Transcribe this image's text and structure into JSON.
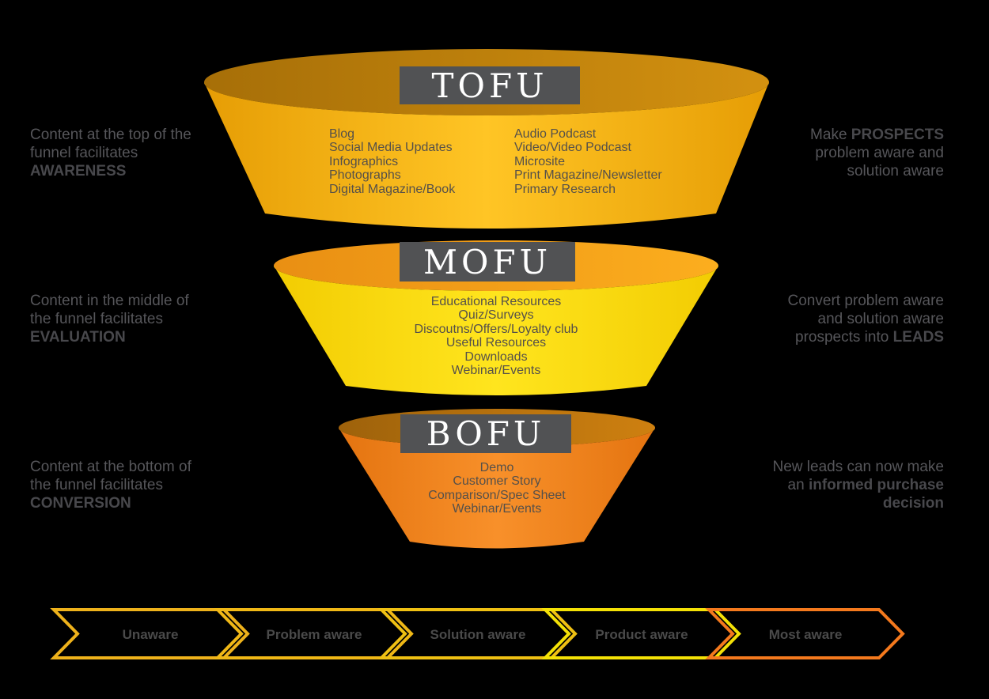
{
  "colors": {
    "box_bg": "#515254",
    "title_text": "#ffffff",
    "item_text": "#55504a",
    "side_text": "#56565a",
    "side_text_bold": "#48484c",
    "stage_text": "#4a4a4a",
    "tofu_body_edge": "#e69d05",
    "tofu_body_center": "#ffc525",
    "tofu_rim_left": "#a76f08",
    "tofu_rim_right": "#d39110",
    "mofu_body_edge": "#f2cc02",
    "mofu_body_center": "#ffe51e",
    "mofu_rim_left": "#e98f13",
    "mofu_rim_right": "#fcae1e",
    "bofu_body_edge": "#e47410",
    "bofu_body_center": "#f8902a",
    "bofu_rim_left": "#9e620b",
    "bofu_rim_right": "#ce8010",
    "stage1": "#eeb21b",
    "stage2": "#f0b816",
    "stage3": "#efc013",
    "stage4": "#f4e106",
    "stage5": "#f4791d"
  },
  "funnels": [
    {
      "id": "tofu",
      "title": "TOFU",
      "items_left": [
        "Blog",
        "Social Media Updates",
        "Infographics",
        "Photographs",
        "Digital Magazine/Book"
      ],
      "items_right": [
        "Audio Podcast",
        "Video/Video Podcast",
        "Microsite",
        "Print Magazine/Newsletter",
        "Primary Research"
      ]
    },
    {
      "id": "mofu",
      "title": "MOFU",
      "items": [
        "Educational Resources",
        "Quiz/Surveys",
        "Discoutns/Offers/Loyalty club",
        "Useful Resources",
        "Downloads",
        "Webinar/Events"
      ]
    },
    {
      "id": "bofu",
      "title": "BOFU",
      "items": [
        "Demo",
        "Customer Story",
        "Comparison/Spec Sheet",
        "Webinar/Events"
      ]
    }
  ],
  "annotations": {
    "tofu_left": [
      [
        {
          "text": "Content at the top of the"
        }
      ],
      [
        {
          "text": "funnel facilitates"
        }
      ],
      [
        {
          "text": "AWARENESS",
          "bold": true
        }
      ]
    ],
    "tofu_right": [
      [
        {
          "text": "Make "
        },
        {
          "text": "PROSPECTS",
          "bold": true
        }
      ],
      [
        {
          "text": "problem aware and"
        }
      ],
      [
        {
          "text": "solution aware"
        }
      ]
    ],
    "mofu_left": [
      [
        {
          "text": "Content in the middle of"
        }
      ],
      [
        {
          "text": "the funnel facilitates"
        }
      ],
      [
        {
          "text": "EVALUATION",
          "bold": true
        }
      ]
    ],
    "mofu_right": [
      [
        {
          "text": "Convert problem aware"
        }
      ],
      [
        {
          "text": "and solution aware"
        }
      ],
      [
        {
          "text": "prospects into "
        },
        {
          "text": "LEADS",
          "bold": true
        }
      ]
    ],
    "bofu_left": [
      [
        {
          "text": "Content at the bottom of"
        }
      ],
      [
        {
          "text": "the funnel facilitates"
        }
      ],
      [
        {
          "text": "CONVERSION",
          "bold": true
        }
      ]
    ],
    "bofu_right": [
      [
        {
          "text": "New leads can now make"
        }
      ],
      [
        {
          "text": "an "
        },
        {
          "text": "informed purchase",
          "bold": true
        }
      ],
      [
        {
          "text": "decision",
          "bold": true
        }
      ]
    ]
  },
  "stages": [
    {
      "label": "Unaware"
    },
    {
      "label": "Problem aware"
    },
    {
      "label": "Solution aware"
    },
    {
      "label": "Product aware"
    },
    {
      "label": "Most aware"
    }
  ]
}
